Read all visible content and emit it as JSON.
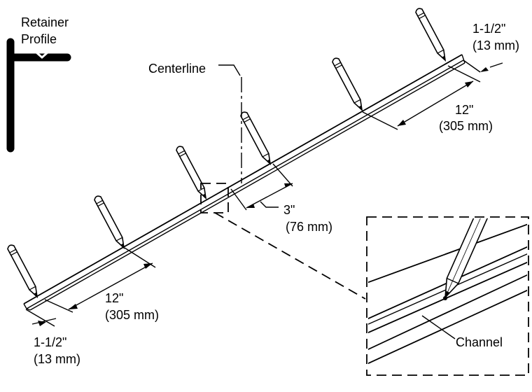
{
  "labels": {
    "retainer_line1": "Retainer",
    "retainer_line2": "Profile",
    "centerline": "Centerline",
    "dim_top_right_a": "1-1/2\"",
    "dim_top_right_b": "(13 mm)",
    "dim_upper_a": "12\"",
    "dim_upper_b": "(305 mm)",
    "dim_mid_a": "3\"",
    "dim_mid_b": "(76 mm)",
    "dim_lower_a": "12\"",
    "dim_lower_b": "(305 mm)",
    "dim_bottom_left_a": "1-1/2\"",
    "dim_bottom_left_b": "(13 mm)",
    "channel": "Channel"
  },
  "colors": {
    "ink": "#000000",
    "background": "#ffffff"
  }
}
